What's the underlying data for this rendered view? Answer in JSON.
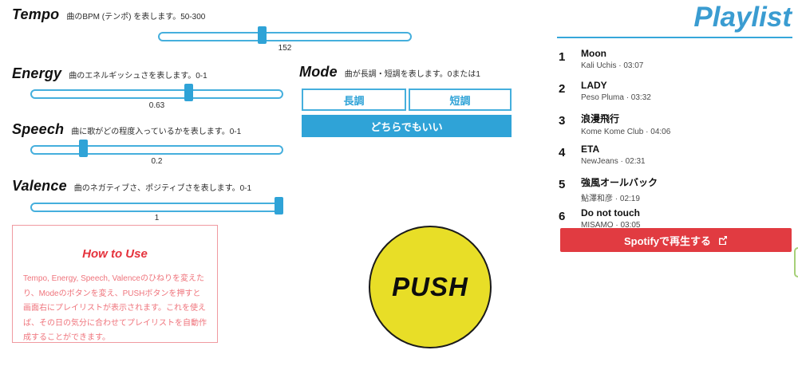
{
  "sliders": [
    {
      "id": "tempo",
      "title": "Tempo",
      "description": "曲のBPM (テンポ) を表します。50-300",
      "value": "152",
      "fraction": 0.408,
      "range": "50-300"
    },
    {
      "id": "energy",
      "title": "Energy",
      "description": "曲のエネルギッシュさを表します。0-1",
      "value": "0.63",
      "fraction": 0.63,
      "range": "0-1"
    },
    {
      "id": "speech",
      "title": "Speech",
      "description": "曲に歌がどの程度入っているかを表します。0-1",
      "value": "0.2",
      "fraction": 0.2,
      "range": "0-1"
    },
    {
      "id": "valence",
      "title": "Valence",
      "description": "曲のネガティブさ、ポジティブさを表します。0-1",
      "value": "1",
      "fraction": 1.0,
      "range": "0-1"
    }
  ],
  "mode": {
    "title": "Mode",
    "description": "曲が長調・短調を表します。0または1",
    "major_label": "長調",
    "minor_label": "短調",
    "either_label": "どちらでもいい"
  },
  "how_to_use": {
    "title": "How to Use",
    "body": "Tempo, Energy, Speech, Valenceのひねりを変えたり、Modeのボタンを変え、PUSHボタンを押すと画面右にプレイリストが表示されます。これを使えば、その日の気分に合わせてプレイリストを自動作成することができます。"
  },
  "push_label": "PUSH",
  "playlist": {
    "title": "Playlist",
    "tracks": [
      {
        "no": "1",
        "title": "Moon",
        "artist": "Kali Uchis",
        "duration": "03:07"
      },
      {
        "no": "2",
        "title": "LADY",
        "artist": "Peso Pluma",
        "duration": "03:32"
      },
      {
        "no": "3",
        "title": "浪漫飛行",
        "artist": "Kome Kome Club",
        "duration": "04:06"
      },
      {
        "no": "4",
        "title": "ETA",
        "artist": "NewJeans",
        "duration": "02:31"
      },
      {
        "no": "5",
        "title": "強風オールバック",
        "artist": "鮎澤和彦",
        "duration": "02:19"
      },
      {
        "no": "6",
        "title": "Do not touch",
        "artist": "MISAMO",
        "duration": "03:05"
      }
    ],
    "separator": "·",
    "spotify_button_label": "Spotifyで再生する"
  },
  "colors": {
    "accent_blue": "#2fa3d7",
    "playlist_blue": "#3a9cd1",
    "spotify_red": "#e13b41",
    "howto_red": "#e5333d",
    "push_yellow": "#e8de27"
  }
}
